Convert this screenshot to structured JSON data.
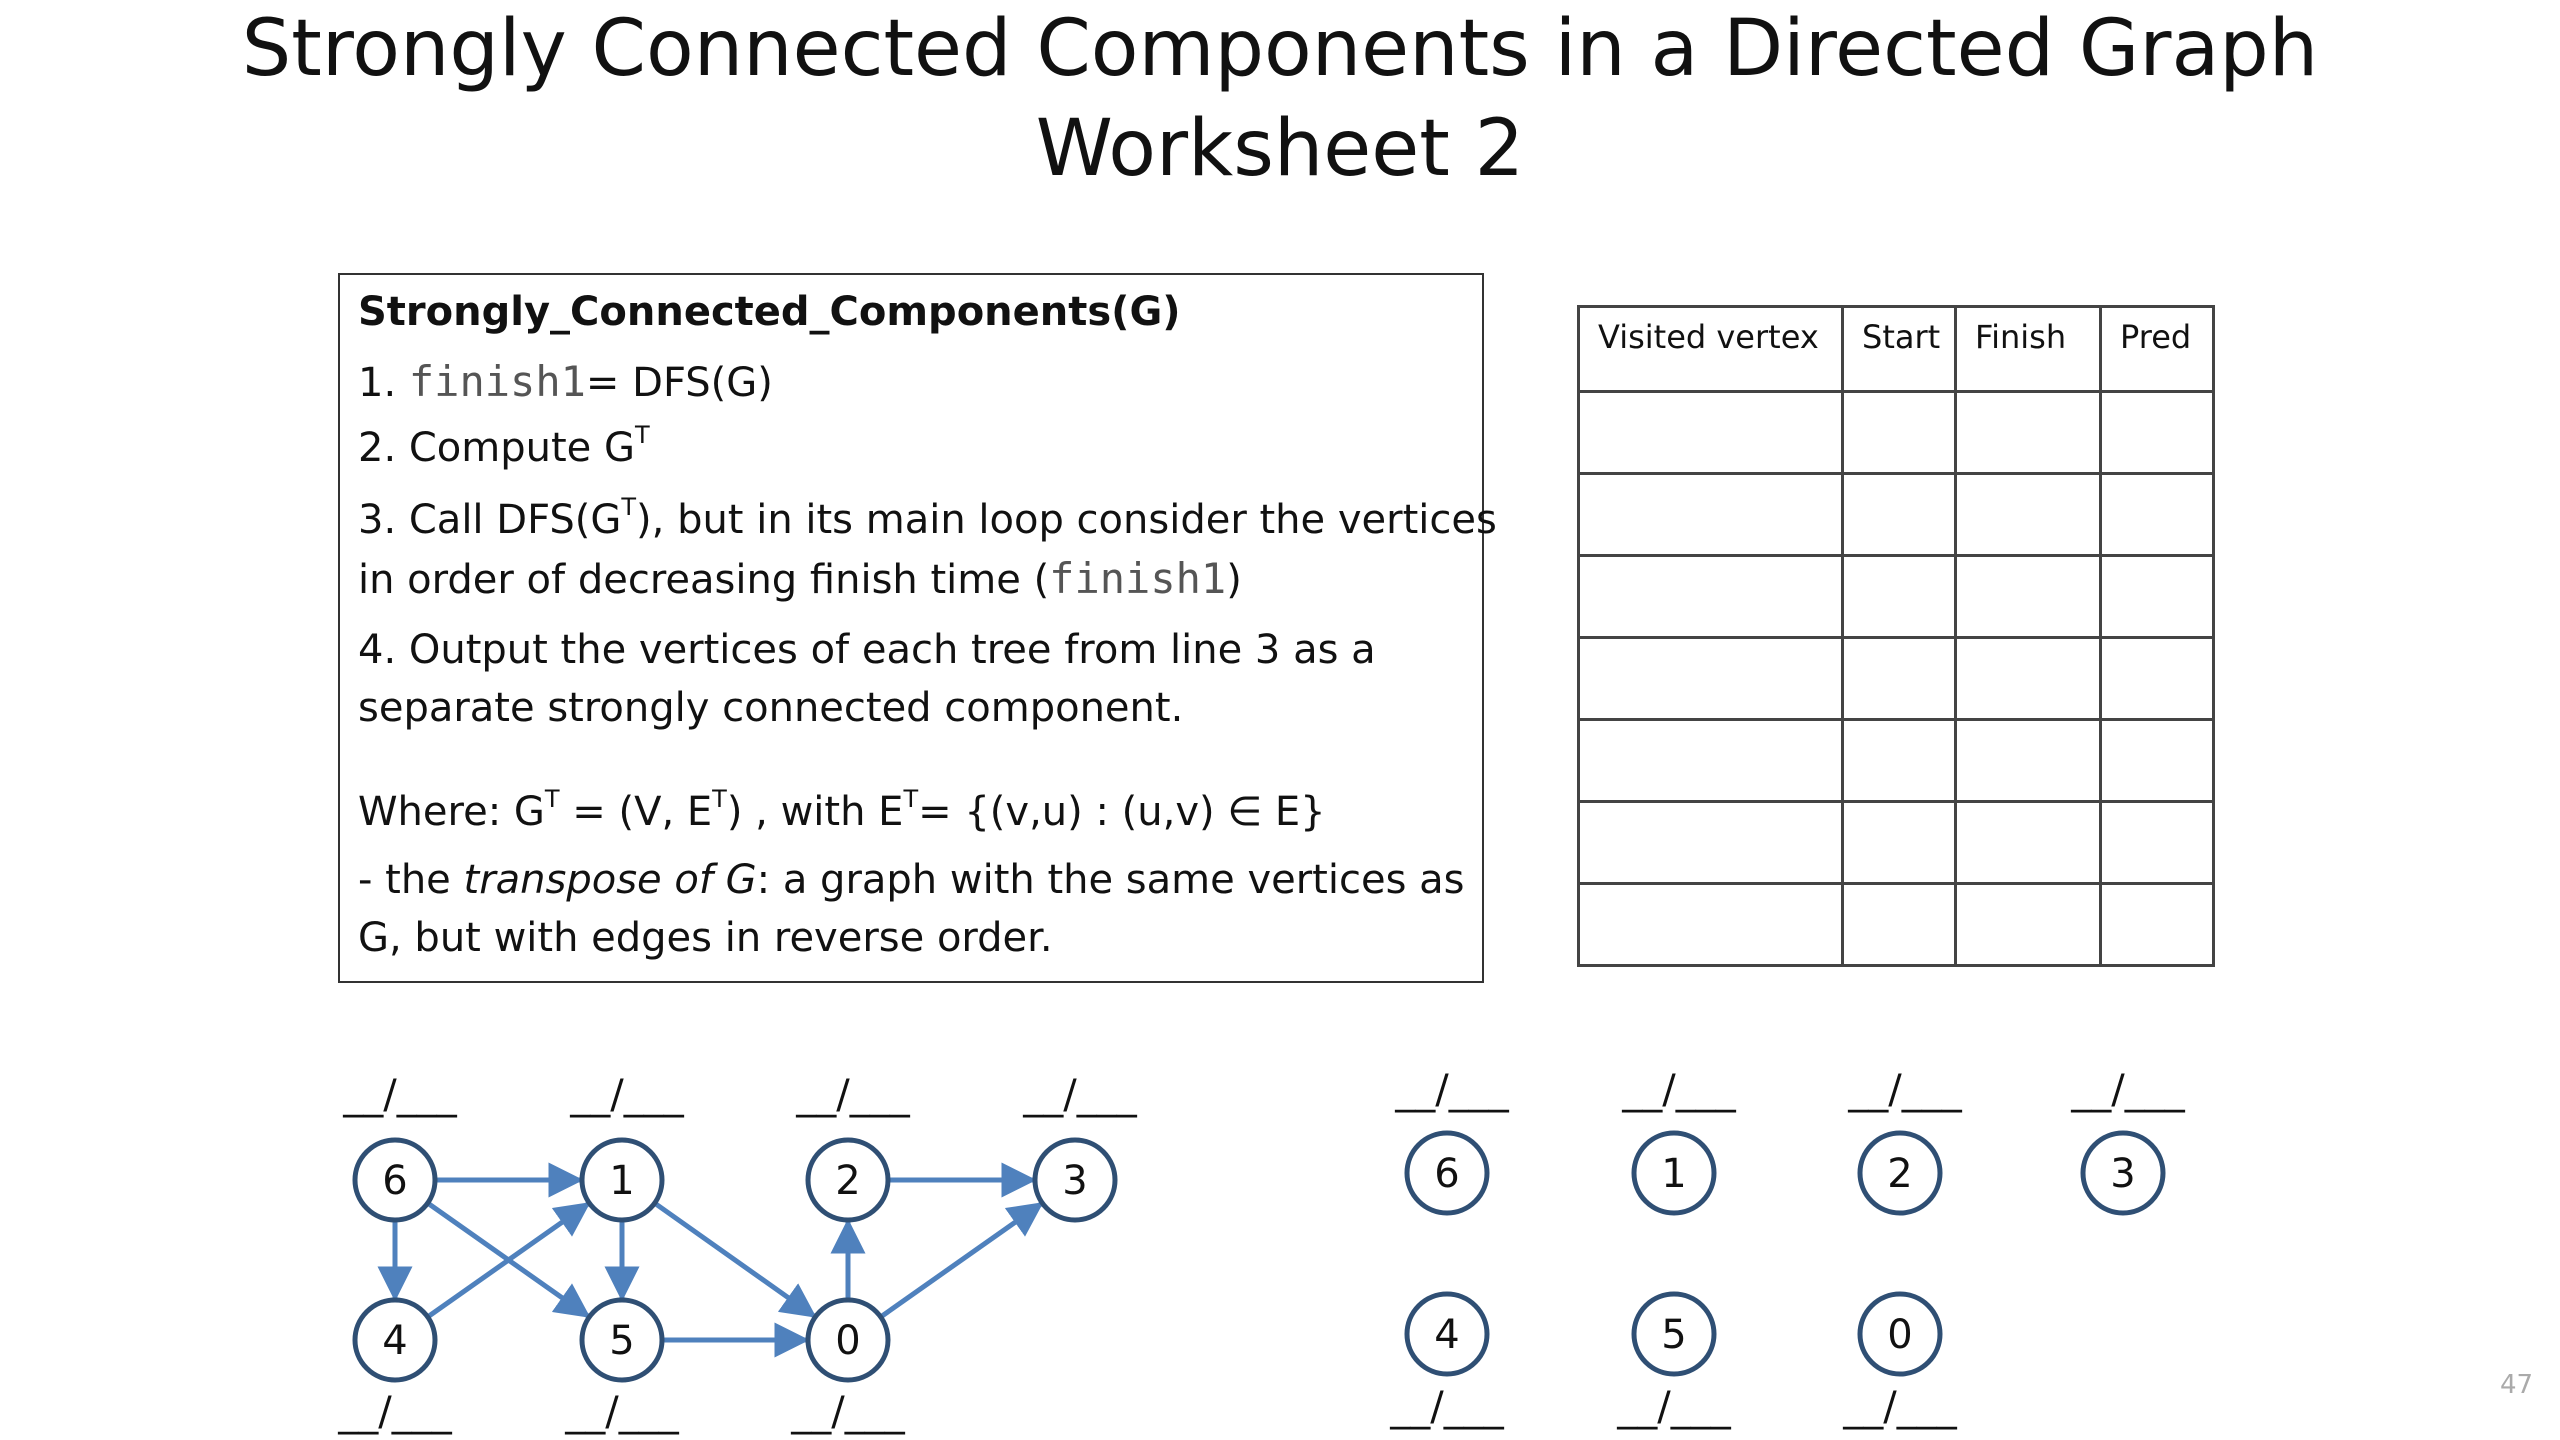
{
  "title": {
    "line1": "Strongly Connected Components in a Directed Graph",
    "line2": "Worksheet 2"
  },
  "algorithm": {
    "heading": "Strongly_Connected_Components(G)",
    "step1_prefix": "1. ",
    "step1_code": "finish1",
    "step1_suffix": "= DFS(G)",
    "step2": "2. Compute G",
    "step2_sup": "T",
    "step3a_pre": "3. Call DFS(G",
    "step3a_sup": "T",
    "step3a_post": "), but in its main loop consider the vertices",
    "step3b_pre": "in order of decreasing finish time (",
    "step3b_code": "finish1",
    "step3b_post": ")",
    "step4a": "4. Output the vertices of each tree from line 3 as a",
    "step4b": "separate strongly connected component.",
    "where_a": "Where: G",
    "where_sup1": "T",
    "where_b": " = (V, E",
    "where_sup2": "T",
    "where_c": ") ,   with   E",
    "where_sup3": "T",
    "where_d": "= {(v,u) : (u,v) ∈ E}",
    "transpose_a": "- the ",
    "transpose_italic": "transpose of G",
    "transpose_b": ": a graph with the same vertices as",
    "transpose_c": "G, but with edges in reverse order."
  },
  "table": {
    "headers": [
      "Visited vertex",
      "Start",
      "Finish",
      "Pred"
    ],
    "empty_rows": 7
  },
  "graph_left": {
    "vertices": [
      "6",
      "1",
      "2",
      "3",
      "4",
      "5",
      "0"
    ],
    "edges": [
      [
        "6",
        "1"
      ],
      [
        "6",
        "4"
      ],
      [
        "6",
        "5"
      ],
      [
        "4",
        "1"
      ],
      [
        "1",
        "5"
      ],
      [
        "1",
        "0"
      ],
      [
        "5",
        "0"
      ],
      [
        "0",
        "2"
      ],
      [
        "2",
        "3"
      ],
      [
        "0",
        "3"
      ]
    ],
    "blank_label": "__/___"
  },
  "graph_right": {
    "vertices": [
      "6",
      "1",
      "2",
      "3",
      "4",
      "5",
      "0"
    ],
    "blank_label": "__/___"
  },
  "page_number": "47",
  "colors": {
    "node_stroke": "#2f4f74",
    "edge": "#4f81bd"
  }
}
